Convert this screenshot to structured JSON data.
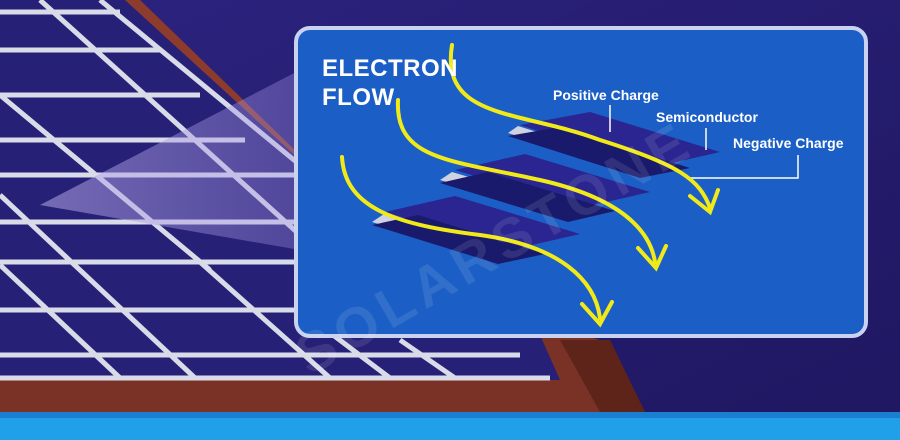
{
  "diagram": {
    "title_line1": "ELECTRON",
    "title_line2": "FLOW",
    "labels": {
      "positive": "Positive Charge",
      "semiconductor": "Semiconductor",
      "negative": "Negative Charge"
    },
    "watermark": "SOLARSTONE",
    "colors": {
      "background": "#2a1f7a",
      "panel_bg": "#1b5fc6",
      "panel_border": "#c9d3f0",
      "cell_dark": "#24207a",
      "cell_light": "#cfd2e0",
      "arrow": "#f2ea18",
      "roof": "#7a3226"
    }
  }
}
